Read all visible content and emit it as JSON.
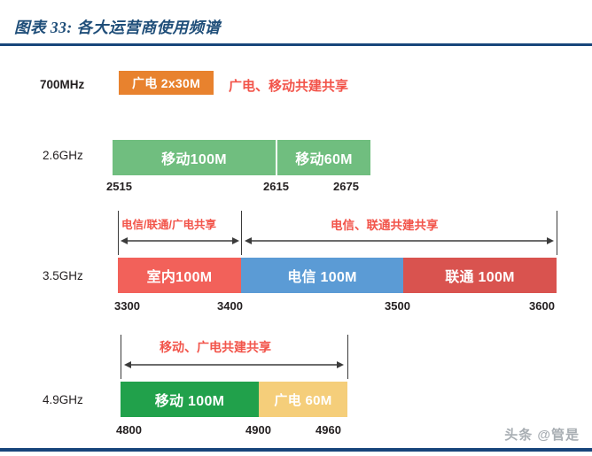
{
  "header": {
    "title": "图表 33: 各大运营商使用频谱",
    "rule_color": "#17457B"
  },
  "watermark": {
    "text": "头条 @管是"
  },
  "chart_data": {
    "type": "bar",
    "title": "图表 33: 各大运营商使用频谱",
    "orientation": "horizontal-spectrum-allocation",
    "xlabel": "",
    "ylabel": "",
    "rows": [
      {
        "label": "700MHz",
        "label_bold": true,
        "axis": null,
        "bands": [
          {
            "text": "广电 2x30M",
            "color": "#E8822E",
            "text_color": "#FFFFFF",
            "start": 0,
            "end": 60,
            "unit": "MHz"
          }
        ],
        "ticks": [],
        "notes": [
          {
            "text": "广电、移动共建共享",
            "color": "#F2544A"
          }
        ],
        "brackets": []
      },
      {
        "label": "2.6GHz",
        "label_bold": false,
        "axis": {
          "min": 2515,
          "max": 2675
        },
        "bands": [
          {
            "text": "移动100M",
            "color": "#70BE7F",
            "text_color": "#FFFFFF",
            "start": 2515,
            "end": 2615,
            "unit": "MHz"
          },
          {
            "text": "移动60M",
            "color": "#70BE7F",
            "text_color": "#FFFFFF",
            "start": 2615,
            "end": 2675,
            "unit": "MHz"
          }
        ],
        "ticks": [
          {
            "value": "2515"
          },
          {
            "value": "2615"
          },
          {
            "value": "2675"
          }
        ],
        "notes": [],
        "brackets": []
      },
      {
        "label": "3.5GHz",
        "label_bold": false,
        "axis": {
          "min": 3300,
          "max": 3600
        },
        "bands": [
          {
            "text": "室内100M",
            "color": "#F2615A",
            "text_color": "#FFFFFF",
            "start": 3300,
            "end": 3400,
            "unit": "MHz"
          },
          {
            "text": "电信 100M",
            "color": "#5B9BD5",
            "text_color": "#FFFFFF",
            "start": 3400,
            "end": 3500,
            "unit": "MHz"
          },
          {
            "text": "联通 100M",
            "color": "#D9534F",
            "text_color": "#FFFFFF",
            "start": 3500,
            "end": 3600,
            "unit": "MHz"
          }
        ],
        "ticks": [
          {
            "value": "3300"
          },
          {
            "value": "3400"
          },
          {
            "value": "3500"
          },
          {
            "value": "3600"
          }
        ],
        "notes": [
          {
            "text": "电信/联通/广电共享",
            "color": "#F2544A",
            "range": [
              3300,
              3400
            ]
          },
          {
            "text": "电信、联通共建共享",
            "color": "#F2544A",
            "range": [
              3400,
              3600
            ]
          }
        ],
        "brackets": [
          {
            "range": [
              3300,
              3400
            ]
          },
          {
            "range": [
              3400,
              3600
            ]
          }
        ]
      },
      {
        "label": "4.9GHz",
        "label_bold": false,
        "axis": {
          "min": 4800,
          "max": 4960
        },
        "bands": [
          {
            "text": "移动 100M",
            "color": "#21A14B",
            "text_color": "#FFFFFF",
            "start": 4800,
            "end": 4900,
            "unit": "MHz"
          },
          {
            "text": "广电 60M",
            "color": "#F5CE7A",
            "text_color": "#FFFFFF",
            "start": 4900,
            "end": 4960,
            "unit": "MHz"
          }
        ],
        "ticks": [
          {
            "value": "4800"
          },
          {
            "value": "4900"
          },
          {
            "value": "4960"
          }
        ],
        "notes": [
          {
            "text": "移动、广电共建共享",
            "color": "#F2544A",
            "range": [
              4800,
              4960
            ]
          }
        ],
        "brackets": [
          {
            "range": [
              4800,
              4960
            ]
          }
        ]
      }
    ]
  }
}
